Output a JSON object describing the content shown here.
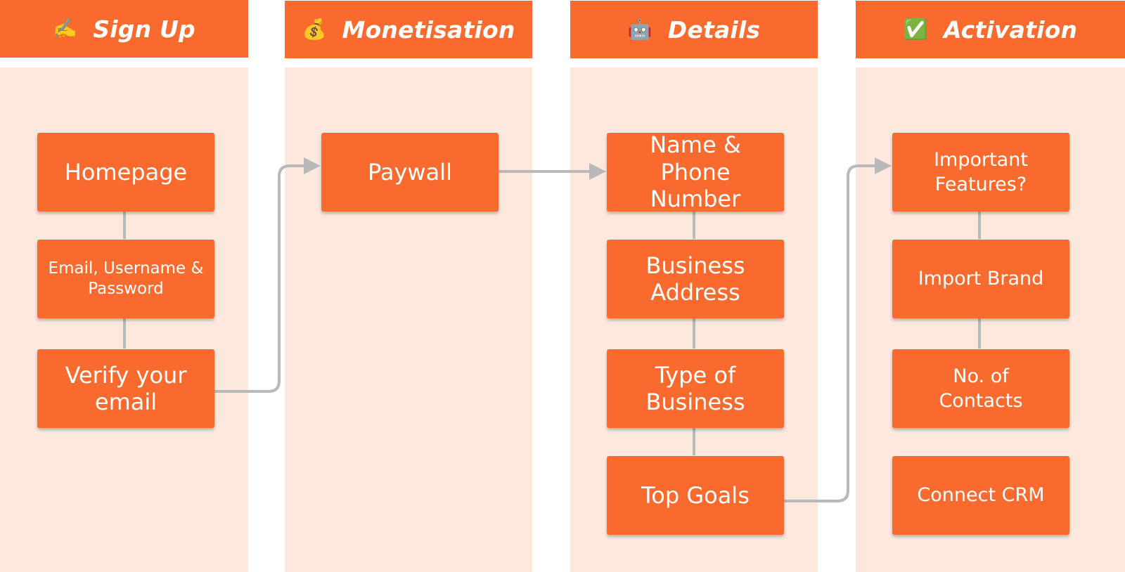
{
  "columns": [
    {
      "id": "signup",
      "title": "Sign Up",
      "emoji": "✍️",
      "icon": "writing-hand-icon"
    },
    {
      "id": "monetisation",
      "title": "Monetisation",
      "emoji": "💰",
      "icon": "money-bag-icon"
    },
    {
      "id": "details",
      "title": "Details",
      "emoji": "🤖",
      "icon": "robot-icon"
    },
    {
      "id": "activation",
      "title": "Activation",
      "emoji": "✅",
      "icon": "check-mark-icon"
    }
  ],
  "nodes": {
    "homepage": "Homepage",
    "credentials": "Email, Username &\nPassword",
    "verify_email": "Verify your\nemail",
    "paywall": "Paywall",
    "name_phone": "Name & Phone\nNumber",
    "business_address": "Business\nAddress",
    "business_type": "Type of\nBusiness",
    "top_goals": "Top Goals",
    "important_features": "Important\nFeatures?",
    "import_brand": "Import Brand",
    "contacts": "No. of\nContacts",
    "connect_crm": "Connect CRM"
  },
  "colors": {
    "accent": "#f96a2e",
    "column_background": "#fde8de",
    "connector": "#b9b9b9",
    "text": "#ffffff"
  }
}
